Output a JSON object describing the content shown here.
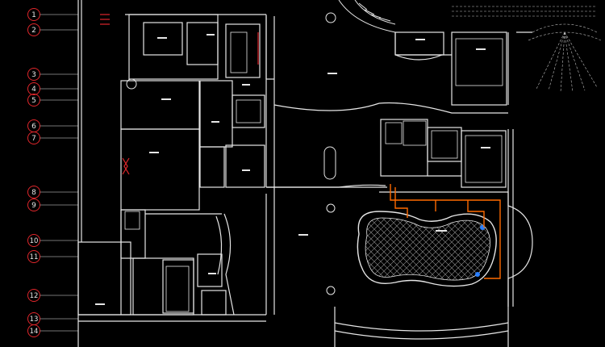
{
  "drawing": {
    "background": "#000000",
    "line_color": "#e6e6e6",
    "dim_color": "#9a9a9a",
    "marker_color": "#e0262b",
    "highlight_color": "#ff6a00",
    "pool_accent": "#2a7fff"
  },
  "grid_markers": [
    {
      "label": "1"
    },
    {
      "label": "2"
    },
    {
      "label": "3"
    },
    {
      "label": "4"
    },
    {
      "label": "5"
    },
    {
      "label": "6"
    },
    {
      "label": "7"
    },
    {
      "label": "8"
    },
    {
      "label": "9"
    },
    {
      "label": "10"
    },
    {
      "label": "11"
    },
    {
      "label": "12"
    },
    {
      "label": "13"
    },
    {
      "label": "14"
    }
  ]
}
